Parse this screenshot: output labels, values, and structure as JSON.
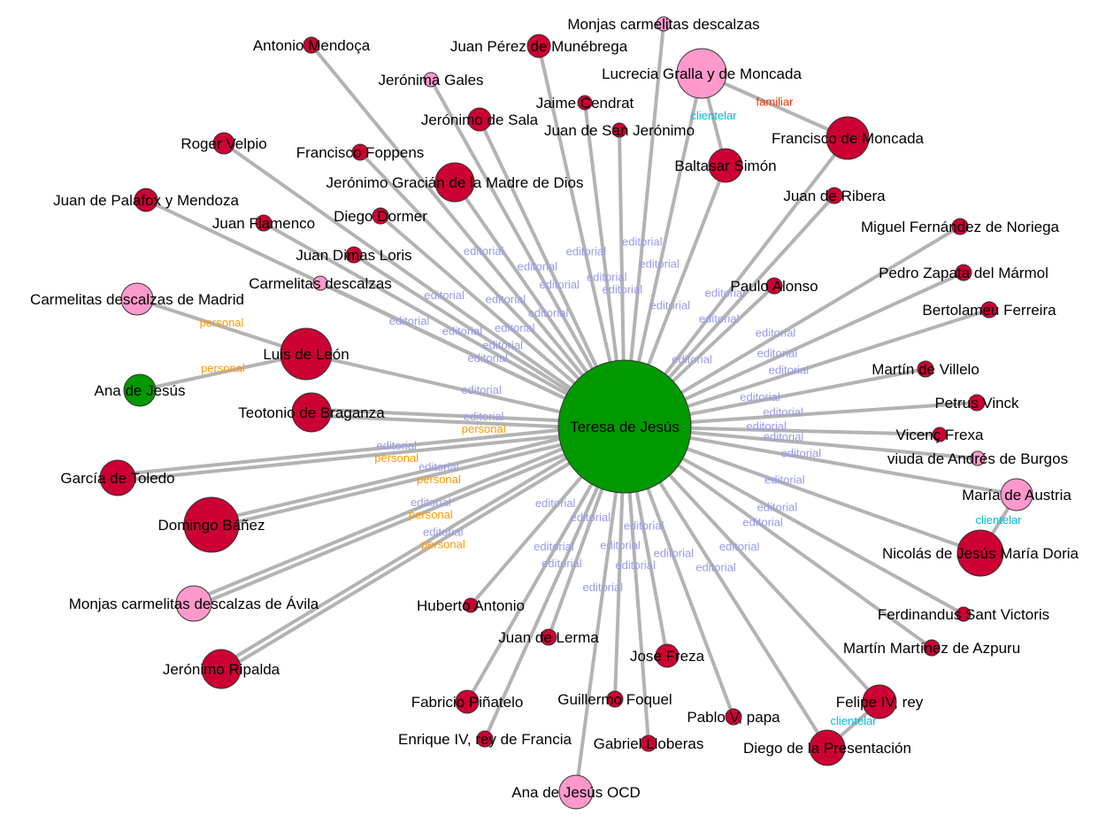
{
  "colors": {
    "red": "#cc0033",
    "pink": "#ff99cc",
    "green": "#009900",
    "edge": "#b3b3b3",
    "editorial": "#9999ee",
    "personal": "#ff9900",
    "familiar": "#ee3300",
    "clientelar": "#00bbdd"
  },
  "nodes": [
    {
      "name": "Teresa de Jesús",
      "type": "green"
    },
    {
      "name": "Antonio Mendoça",
      "type": "red"
    },
    {
      "name": "Juan Pérez de Munébrega",
      "type": "red"
    },
    {
      "name": "Monjas carmelitas descalzas",
      "type": "pink"
    },
    {
      "name": "Lucrecia Gralla y de Moncada",
      "type": "pink"
    },
    {
      "name": "Jerónima Gales",
      "type": "pink"
    },
    {
      "name": "Jaime Cendrat",
      "type": "red"
    },
    {
      "name": "Jerónimo de Sala",
      "type": "red"
    },
    {
      "name": "Juan de San Jerónimo",
      "type": "red"
    },
    {
      "name": "Francisco de Moncada",
      "type": "red"
    },
    {
      "name": "Baltasar Simón",
      "type": "red"
    },
    {
      "name": "Roger Velpio",
      "type": "red"
    },
    {
      "name": "Francisco Foppens",
      "type": "red"
    },
    {
      "name": "Jerónimo Gracián de la Madre de Dios",
      "type": "red"
    },
    {
      "name": "Juan de Ribera",
      "type": "red"
    },
    {
      "name": "Juan de Palafox y Mendoza",
      "type": "red"
    },
    {
      "name": "Juan Flamenco",
      "type": "red"
    },
    {
      "name": "Diego Dormer",
      "type": "red"
    },
    {
      "name": "Miguel Fernández de Noriega",
      "type": "red"
    },
    {
      "name": "Juan Dimas Loris",
      "type": "red"
    },
    {
      "name": "Carmelitas descalzas",
      "type": "pink"
    },
    {
      "name": "Pedro Zapata del Mármol",
      "type": "red"
    },
    {
      "name": "Paulo Alonso",
      "type": "red"
    },
    {
      "name": "Carmelitas descalzas de Madrid",
      "type": "pink"
    },
    {
      "name": "Bertolameu Ferreira",
      "type": "red"
    },
    {
      "name": "Luis de León",
      "type": "red"
    },
    {
      "name": "Martín de Villelo",
      "type": "red"
    },
    {
      "name": "Ana de Jesús",
      "type": "green"
    },
    {
      "name": "Petrus Vinck",
      "type": "red"
    },
    {
      "name": "Teotonio de Braganza",
      "type": "red"
    },
    {
      "name": "Vicenç Frexa",
      "type": "red"
    },
    {
      "name": "viuda de Andrés de Burgos",
      "type": "pink"
    },
    {
      "name": "García de Toledo",
      "type": "red"
    },
    {
      "name": "María de Austria",
      "type": "pink"
    },
    {
      "name": "Domingo Báñez",
      "type": "red"
    },
    {
      "name": "Nicolás de Jesús María Doria",
      "type": "red"
    },
    {
      "name": "Monjas carmelitas descalzas de Ávila",
      "type": "pink"
    },
    {
      "name": "Huberto Antonio",
      "type": "red"
    },
    {
      "name": "Ferdinandus Sant Victoris",
      "type": "red"
    },
    {
      "name": "Juan de Lerma",
      "type": "red"
    },
    {
      "name": "Martín Martínez de Azpuru",
      "type": "red"
    },
    {
      "name": "Jose Freza",
      "type": "red"
    },
    {
      "name": "Jerónimo Ripalda",
      "type": "red"
    },
    {
      "name": "Guillermo Foquel",
      "type": "red"
    },
    {
      "name": "Fabricio Piñatelo",
      "type": "red"
    },
    {
      "name": "Felipe IV, rey",
      "type": "red"
    },
    {
      "name": "Pablo V, papa",
      "type": "red"
    },
    {
      "name": "Enrique IV, rey de Francia",
      "type": "red"
    },
    {
      "name": "Gabriel Lloberas",
      "type": "red"
    },
    {
      "name": "Diego de la Presentación",
      "type": "red"
    },
    {
      "name": "Ana de Jesús OCD",
      "type": "pink"
    }
  ],
  "edges": [
    {
      "source": 0,
      "target": 1,
      "labels": [
        "editorial"
      ]
    },
    {
      "source": 0,
      "target": 2,
      "labels": [
        "editorial"
      ]
    },
    {
      "source": 0,
      "target": 3,
      "labels": [
        "editorial"
      ]
    },
    {
      "source": 0,
      "target": 4,
      "labels": [
        "editorial"
      ]
    },
    {
      "source": 0,
      "target": 5,
      "labels": [
        "editorial"
      ]
    },
    {
      "source": 0,
      "target": 6,
      "labels": [
        "editorial"
      ]
    },
    {
      "source": 0,
      "target": 7,
      "labels": [
        "editorial"
      ]
    },
    {
      "source": 0,
      "target": 8,
      "labels": [
        "editorial"
      ]
    },
    {
      "source": 0,
      "target": 9,
      "labels": [
        "editorial"
      ]
    },
    {
      "source": 0,
      "target": 10,
      "labels": [
        "editorial"
      ]
    },
    {
      "source": 0,
      "target": 11,
      "labels": [
        "editorial"
      ]
    },
    {
      "source": 0,
      "target": 12,
      "labels": [
        "editorial"
      ]
    },
    {
      "source": 0,
      "target": 13,
      "labels": [
        "editorial"
      ]
    },
    {
      "source": 0,
      "target": 14,
      "labels": [
        "editorial"
      ]
    },
    {
      "source": 0,
      "target": 15,
      "labels": [
        "editorial"
      ]
    },
    {
      "source": 0,
      "target": 16,
      "labels": [
        "editorial"
      ]
    },
    {
      "source": 0,
      "target": 17,
      "labels": [
        "editorial"
      ]
    },
    {
      "source": 0,
      "target": 18,
      "labels": [
        "editorial"
      ]
    },
    {
      "source": 0,
      "target": 19,
      "labels": [
        "editorial"
      ]
    },
    {
      "source": 0,
      "target": 20,
      "labels": [
        "editorial"
      ]
    },
    {
      "source": 0,
      "target": 21,
      "labels": [
        "editorial"
      ]
    },
    {
      "source": 0,
      "target": 22,
      "labels": [
        "editorial"
      ]
    },
    {
      "source": 0,
      "target": 24,
      "labels": [
        "editorial"
      ]
    },
    {
      "source": 0,
      "target": 25,
      "labels": [
        "editorial"
      ]
    },
    {
      "source": 0,
      "target": 26,
      "labels": [
        "editorial"
      ]
    },
    {
      "source": 0,
      "target": 28,
      "labels": [
        "editorial"
      ]
    },
    {
      "source": 0,
      "target": 29,
      "labels": [
        "editorial",
        "personal"
      ]
    },
    {
      "source": 0,
      "target": 30,
      "labels": [
        "editorial"
      ]
    },
    {
      "source": 0,
      "target": 31,
      "labels": [
        "editorial"
      ]
    },
    {
      "source": 0,
      "target": 32,
      "labels": [
        "editorial",
        "personal"
      ]
    },
    {
      "source": 0,
      "target": 33,
      "labels": [
        "editorial"
      ]
    },
    {
      "source": 0,
      "target": 34,
      "labels": [
        "editorial",
        "personal"
      ]
    },
    {
      "source": 0,
      "target": 35,
      "labels": [
        "editorial"
      ]
    },
    {
      "source": 0,
      "target": 36,
      "labels": [
        "editorial",
        "personal"
      ]
    },
    {
      "source": 0,
      "target": 37,
      "labels": [
        "editorial"
      ]
    },
    {
      "source": 0,
      "target": 38,
      "labels": [
        "editorial"
      ]
    },
    {
      "source": 0,
      "target": 39,
      "labels": [
        "editorial"
      ]
    },
    {
      "source": 0,
      "target": 40,
      "labels": [
        "editorial"
      ]
    },
    {
      "source": 0,
      "target": 41,
      "labels": [
        "editorial"
      ]
    },
    {
      "source": 0,
      "target": 42,
      "labels": [
        "editorial",
        "personal"
      ]
    },
    {
      "source": 0,
      "target": 43,
      "labels": [
        "editorial"
      ]
    },
    {
      "source": 0,
      "target": 44,
      "labels": [
        "editorial"
      ]
    },
    {
      "source": 0,
      "target": 45,
      "labels": [
        "editorial"
      ]
    },
    {
      "source": 0,
      "target": 46,
      "labels": [
        "editorial"
      ]
    },
    {
      "source": 0,
      "target": 47,
      "labels": [
        "editorial"
      ]
    },
    {
      "source": 0,
      "target": 48,
      "labels": [
        "editorial"
      ]
    },
    {
      "source": 0,
      "target": 49,
      "labels": [
        "editorial"
      ]
    },
    {
      "source": 0,
      "target": 50,
      "labels": [
        "editorial"
      ]
    },
    {
      "source": 25,
      "target": 23,
      "labels": [
        "personal"
      ]
    },
    {
      "source": 25,
      "target": 27,
      "labels": [
        "personal"
      ]
    },
    {
      "source": 4,
      "target": 10,
      "labels": [
        "clientelar"
      ]
    },
    {
      "source": 4,
      "target": 9,
      "labels": [
        "familiar"
      ]
    },
    {
      "source": 33,
      "target": 35,
      "labels": [
        "clientelar"
      ]
    },
    {
      "source": 45,
      "target": 49,
      "labels": [
        "clientelar"
      ]
    }
  ]
}
